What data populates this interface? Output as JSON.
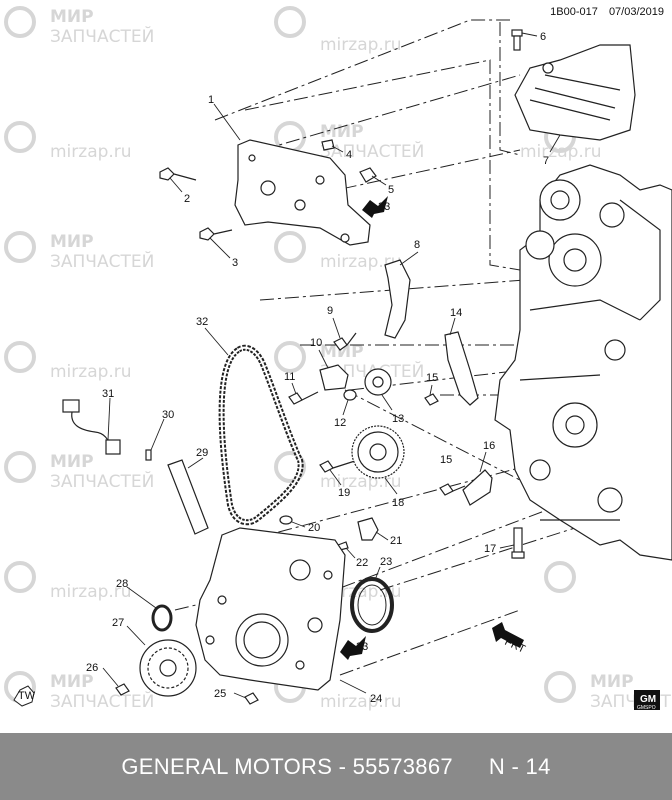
{
  "header": {
    "diagram_id": "1B00-017",
    "date": "07/03/2019"
  },
  "watermark": {
    "line1": "МИР",
    "line2": "ЗАПЧАСТЕЙ",
    "url": "mirzap.ru"
  },
  "callouts": [
    "1",
    "2",
    "3",
    "4",
    "5",
    "6",
    "7",
    "8",
    "9",
    "10",
    "11",
    "12",
    "13",
    "14",
    "15",
    "15",
    "16",
    "17",
    "18",
    "19",
    "20",
    "21",
    "22",
    "23",
    "24",
    "25",
    "26",
    "27",
    "28",
    "29",
    "30",
    "31",
    "32",
    "33",
    "33"
  ],
  "arrow_labels": {
    "front": "FRT"
  },
  "badges": {
    "gm_badge": "GM",
    "gm_sub": "GMSPO",
    "tw": "TW"
  },
  "footer": {
    "text": "GENERAL MOTORS - 55573867",
    "page": "N - 14"
  }
}
